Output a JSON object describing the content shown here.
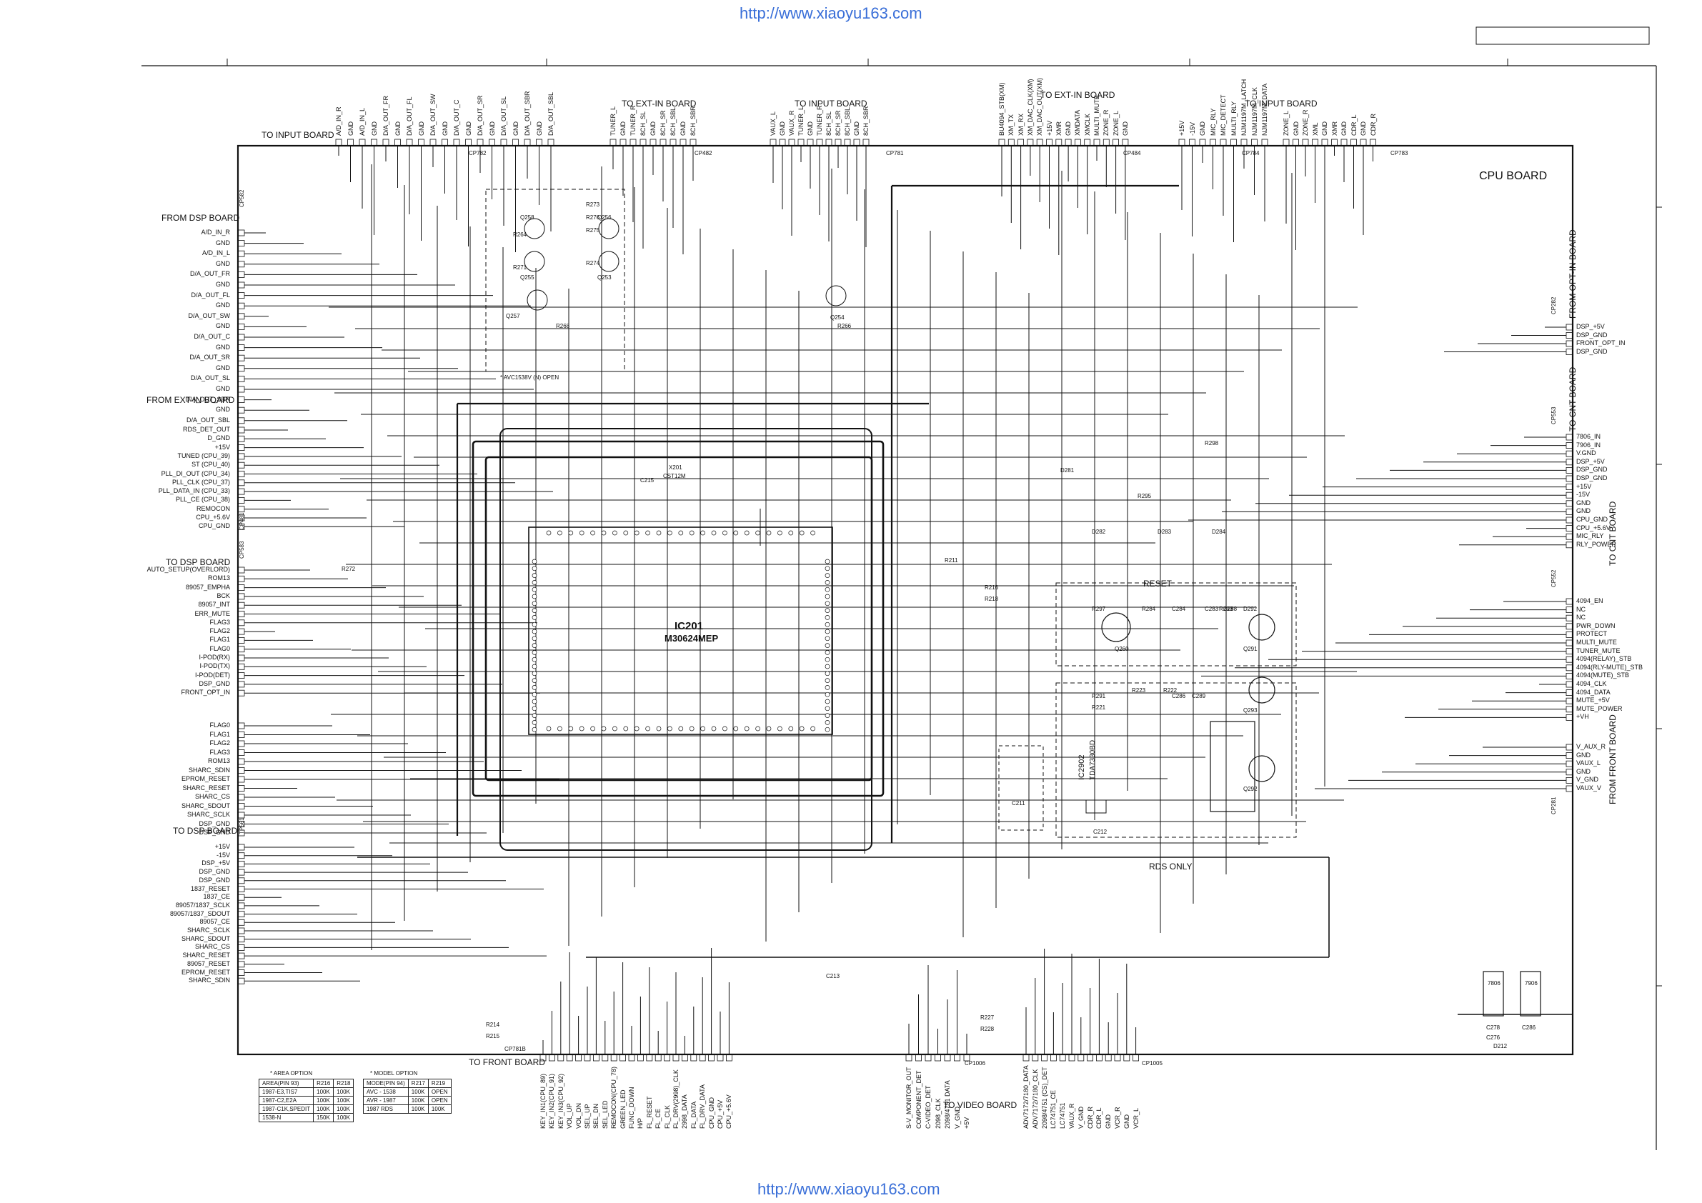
{
  "urls": {
    "top": "http://www.xiaoyu163.com",
    "bottom": "http://www.xiaoyu163.com"
  },
  "title": "CPU BOARD",
  "boards": {
    "top": [
      "TO INPUT BOARD",
      "TO EXT-IN BOARD",
      "TO INPUT BOARD",
      "TO EXT-IN BOARD",
      "TO INPUT BOARD"
    ],
    "left": [
      "FROM DSP BOARD",
      "FROM EXT-IN BOARD",
      "TO DSP BOARD",
      "TO DSP BOARD"
    ],
    "right": [
      "FROM OPT-IN BOARD",
      "TO CNT BOARD",
      "TO CNT BOARD",
      "FROM FRONT BOARD"
    ],
    "bottom": [
      "TO FRONT BOARD",
      "TO VIDEO BOARD"
    ]
  },
  "connectors": {
    "top": [
      "CP782",
      "CP482",
      "CP781",
      "CP484",
      "CP784",
      "CP783"
    ],
    "left": [
      "CP582",
      "CP481",
      "CP583",
      "TP561"
    ],
    "right": [
      "CP282",
      "CP553",
      "CP552",
      "CP281"
    ],
    "bottom": [
      "CP781B",
      "CP1006",
      "CP1005"
    ]
  },
  "top_groups": [
    {
      "pins": [
        "A/D_IN_R",
        "GND",
        "A/D_IN_L",
        "GND",
        "D/A_OUT_FR",
        "GND",
        "D/A_OUT_FL",
        "GND",
        "D/A_OUT_SW",
        "GND",
        "D/A_OUT_C",
        "GND",
        "D/A_OUT_SR",
        "GND",
        "D/A_OUT_SL",
        "GND",
        "D/A_OUT_SBR",
        "GND",
        "D/A_OUT_SBL"
      ]
    },
    {
      "pins": [
        "TUNER_L",
        "GND",
        "TUNER_R",
        "8CH_SL",
        "GND",
        "8CH_SR",
        "8CH_SBL",
        "GND",
        "8CH_SBR"
      ]
    },
    {
      "pins": [
        "VAUX_L",
        "GND",
        "VAUX_R",
        "TUNER_L",
        "GND",
        "TUNER_R",
        "8CH_SL",
        "8CH_SR",
        "8CH_SBL",
        "GND",
        "8CH_SBR"
      ]
    },
    {
      "pins": [
        "BU4094_STB(XM)",
        "XM_TX",
        "XM_RX",
        "XM_DAC_CLK(XM)",
        "XM_DAC_OUT(XM)",
        "+15V",
        "XMR",
        "GND",
        "XMDATA",
        "XMCLK",
        "MULTI_MUTE",
        "ZONE_R",
        "ZONE_L",
        "GND"
      ]
    },
    {
      "pins": [
        "+15V",
        "-15V",
        "GND",
        "MIC_RLY",
        "MIC_DETECT",
        "MULTI_RLY",
        "NJM1197M_LATCH",
        "NJM1197M_CLK",
        "NJM1197M_DATA"
      ]
    },
    {
      "pins": [
        "ZONE_L",
        "GND",
        "ZONE_R",
        "XML",
        "GND",
        "XMR",
        "GND",
        "CDR_L",
        "GND",
        "CDR_R"
      ]
    }
  ],
  "left_groups": [
    {
      "pins": [
        "A/D_IN_R",
        "GND",
        "A/D_IN_L",
        "GND",
        "D/A_OUT_FR",
        "GND",
        "D/A_OUT_FL",
        "GND",
        "D/A_OUT_SW",
        "GND",
        "D/A_OUT_C",
        "GND",
        "D/A_OUT_SR",
        "GND",
        "D/A_OUT_SL",
        "GND",
        "D/A_OUT_SBR",
        "GND",
        "D/A_OUT_SBL"
      ]
    },
    {
      "pins": [
        "RDS_DET_OUT",
        "D_GND",
        "+15V",
        "TUNED (CPU_39)",
        "ST (CPU_40)",
        "PLL_DI_OUT (CPU_34)",
        "PLL_CLK (CPU_37)",
        "PLL_DATA_IN (CPU_33)",
        "PLL_CE (CPU_38)",
        "REMOCON",
        "CPU_+5.6V",
        "CPU_GND"
      ]
    },
    {
      "pins": [
        "AUTO_SETUP(OVERLORD)",
        "ROM13",
        "89057_EMPHA",
        "BCK",
        "89057_INT",
        "ERR_MUTE",
        "FLAG3",
        "FLAG2",
        "FLAG1",
        "FLAG0",
        "I-POD(RX)",
        "I-POD(TX)",
        "I-POD(DET)",
        "DSP_GND",
        "FRONT_OPT_IN"
      ]
    },
    {
      "pins": [
        "FLAG0",
        "FLAG1",
        "FLAG2",
        "FLAG3",
        "ROM13",
        "SHARC_SDIN",
        "EPROM_RESET",
        "SHARC_RESET",
        "SHARC_CS",
        "SHARC_SDOUT",
        "SHARC_SCLK",
        "DSP_GND",
        "DSP_GND"
      ]
    },
    {
      "pins": [
        "+15V",
        "-15V",
        "DSP_+5V",
        "DSP_GND",
        "DSP_GND",
        "1837_RESET",
        "1837_CE",
        "89057/1837_SCLK",
        "89057/1837_SDOUT",
        "89057_CE",
        "SHARC_SCLK",
        "SHARC_SDOUT",
        "SHARC_CS",
        "SHARC_RESET",
        "89057_RESET",
        "EPROM_RESET",
        "SHARC_SDIN"
      ]
    }
  ],
  "right_groups": [
    {
      "pins": [
        "DSP_+5V",
        "DSP_GND",
        "FRONT_OPT_IN",
        "DSP_GND"
      ]
    },
    {
      "pins": [
        "7806_IN",
        "7906_IN",
        "V.GND",
        "DSP_+5V",
        "DSP_GND",
        "DSP_GND",
        "+15V",
        "-15V",
        "GND",
        "GND",
        "CPU_GND",
        "CPU_+5.6V",
        "MIC_RLY",
        "RLY_POWER"
      ]
    },
    {
      "pins": [
        "4094_EN",
        "NC",
        "NC",
        "PWR_DOWN",
        "PROTECT",
        "MULTI_MUTE",
        "TUNER_MUTE",
        "4094(RELAY)_STB",
        "4094(RLY-MUTE)_STB",
        "4094(MUTE)_STB",
        "4094_CLK",
        "4094_DATA",
        "MUTE_+5V",
        "MUTE_POWER",
        "+VH"
      ]
    },
    {
      "pins": [
        "V_AUX_R",
        "GND",
        "VAUX_L",
        "GND",
        "V_GND",
        "VAUX_V"
      ]
    }
  ],
  "bottom_groups": [
    {
      "pins": [
        "KEY_IN1(CPU_89)",
        "KEY_IN2(CPU_91)",
        "KEY_IN3(CPU_92)",
        "VOL_UP",
        "VOL_DN",
        "SEL_UP",
        "SEL_DN",
        "SEL_LED",
        "REMOCON(CPU_78)",
        "GREEN_LED",
        "FUNC_DOWN",
        "H/P",
        "FL_RESET",
        "FL_CE",
        "FL_CLK",
        "FL_DRV(2998)_CLK",
        "2998_DATA",
        "FL_DATA",
        "FL_DRV_DATA",
        "CPU_GND",
        "CPU_+5V",
        "CPU_+5.6V"
      ]
    },
    {
      "pins": [
        "S-V_MONITOR_OUT",
        "COMPONENT_DET",
        "C-VIDEO_DET",
        "2098_CLK",
        "2098/4751 DATA",
        "V_GND",
        "+5V"
      ]
    },
    {
      "pins": [
        "ADV7172/7180_DATA",
        "ADV7172/7180_CLK",
        "2098/4751 (CS)_DET",
        "LC74751_CE",
        "LC74751",
        "VAUX_R",
        "V_GND",
        "CDR_R",
        "CDR_L",
        "GND",
        "VCR_R",
        "GND",
        "VCR_L"
      ]
    }
  ],
  "ic201": {
    "ref": "IC201",
    "part": "M30624MEP"
  },
  "ic2902": {
    "ref": "IC2902",
    "part": "TDA7330BD"
  },
  "reset_label": "RESET",
  "rds_label": "RDS ONLY",
  "open_note": "* AVC1538V (N) OPEN",
  "regulators": [
    "7806",
    "7906"
  ],
  "option_tables": {
    "area": {
      "title": "* AREA   OPTION",
      "header": [
        "AREA(PIN 93)",
        "R216",
        "R218"
      ],
      "rows": [
        [
          "1987-E3,TIS7",
          "100K",
          "100K"
        ],
        [
          "1987-C2,E2A",
          "100K",
          "100K"
        ],
        [
          "1987-C1K,SPEDIT",
          "100K",
          "100K"
        ],
        [
          "1538-N",
          "150K",
          "100K"
        ]
      ]
    },
    "model": {
      "title": "* MODEL   OPTION",
      "header": [
        "MODE(PIN 94)",
        "R217",
        "R219"
      ],
      "rows": [
        [
          "AVC - 1538",
          "100K",
          "OPEN"
        ],
        [
          "AVR - 1987",
          "100K",
          "OPEN"
        ],
        [
          "1987 RDS",
          "100K",
          "100K"
        ]
      ]
    }
  },
  "components": {
    "transistors": [
      "Q258",
      "Q256",
      "Q255",
      "Q253",
      "Q257",
      "Q254",
      "Q260",
      "Q291",
      "Q292",
      "Q293"
    ],
    "resistors": [
      "R264",
      "R271",
      "R275",
      "R274",
      "R273",
      "R276",
      "R268",
      "R266",
      "R298",
      "R295",
      "R297",
      "R284",
      "R293",
      "R291",
      "R216",
      "R218",
      "R214",
      "R215",
      "R227",
      "R228",
      "R221",
      "R222",
      "R223",
      "R211",
      "R272"
    ],
    "capacitors": [
      "C284",
      "C283",
      "C288",
      "C286",
      "C289",
      "C213",
      "C215",
      "C211",
      "C212",
      "C278",
      "C286",
      "C276"
    ],
    "diodes": [
      "D281",
      "D282",
      "D283",
      "D284",
      "D292",
      "D212"
    ],
    "crystal": "X201",
    "crystal_value": "CST12M"
  }
}
